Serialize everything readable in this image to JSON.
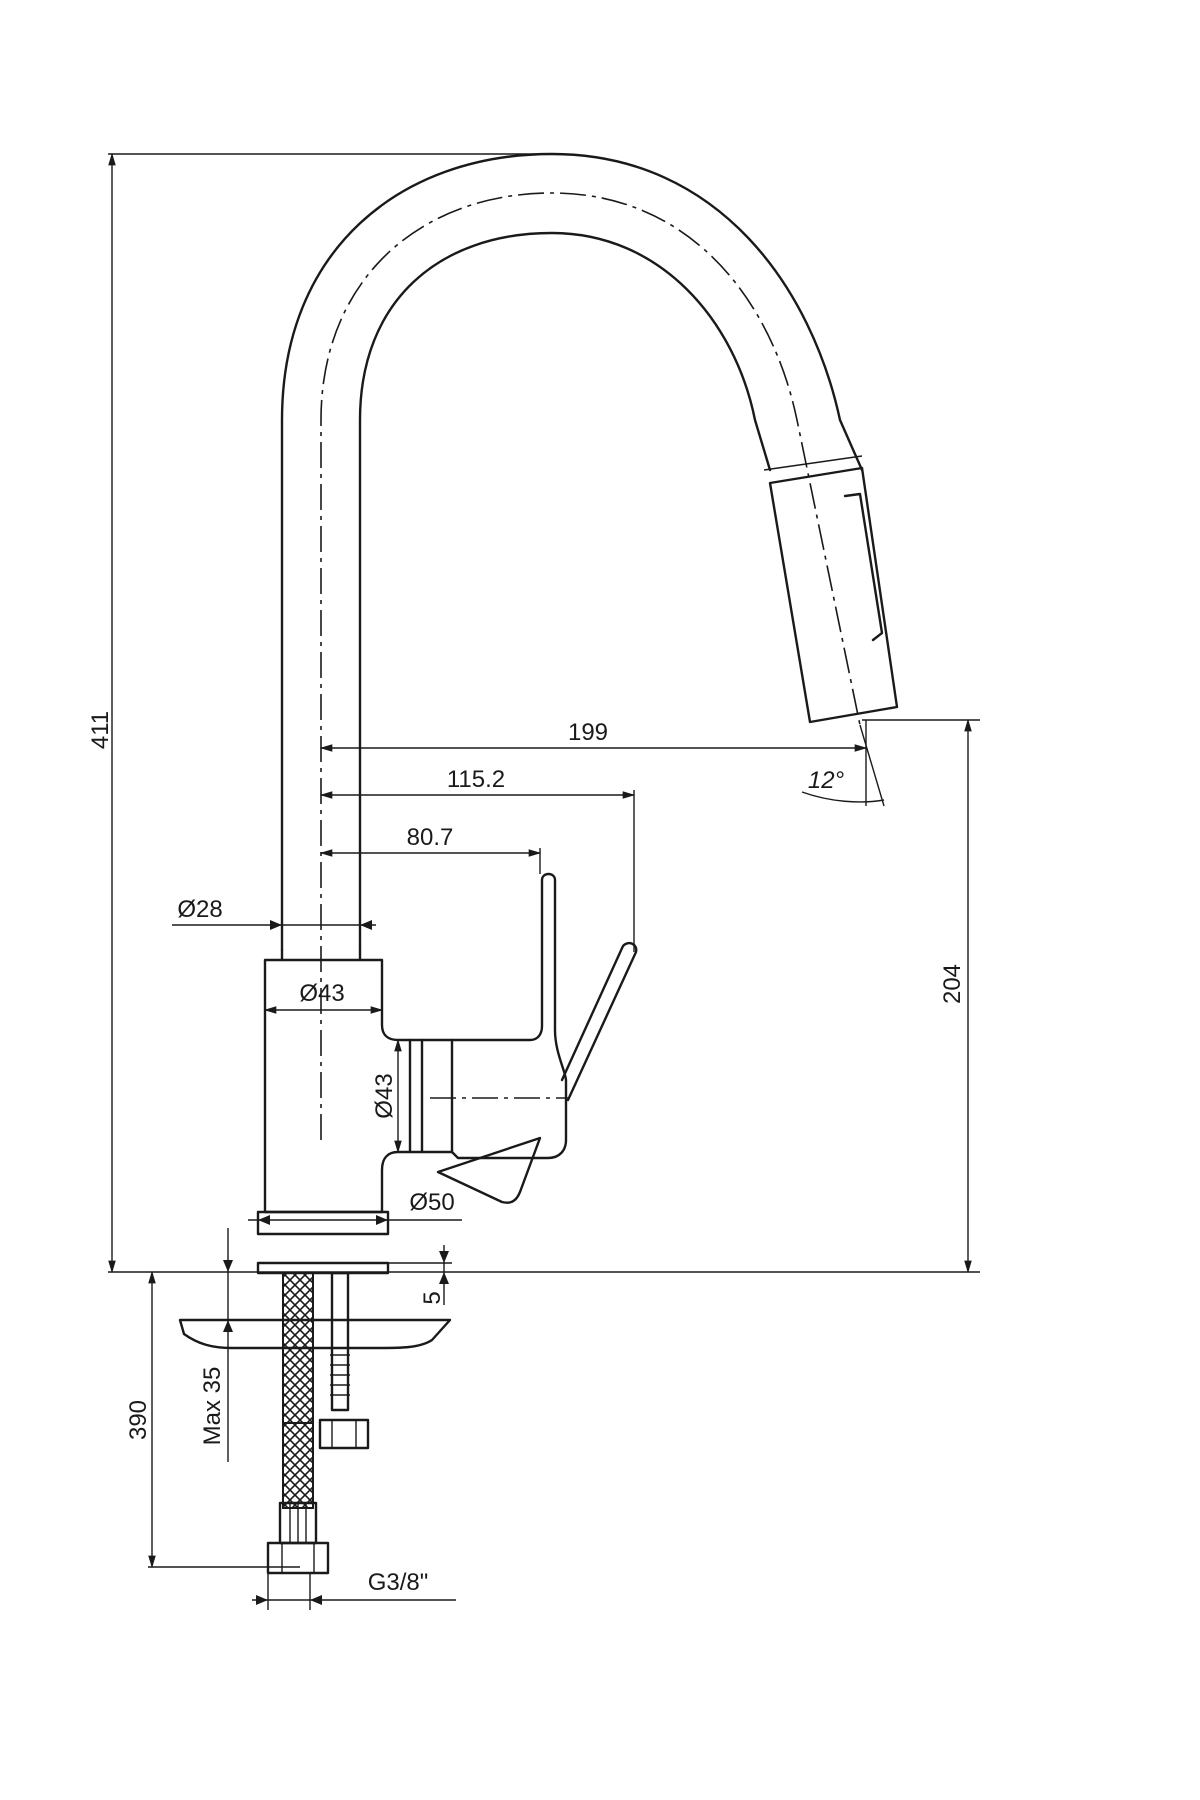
{
  "dimensions": {
    "total_height": "411",
    "spout_reach": "199",
    "handle_reach": "115.2",
    "lever_reach": "80.7",
    "spout_diameter": "Ø28",
    "body_diameter": "Ø43",
    "handle_diameter": "Ø43",
    "base_diameter": "Ø50",
    "spout_height": "204",
    "spout_angle": "12°",
    "base_thickness": "5",
    "max_deck": "Max 35",
    "hose_length": "390",
    "connection": "G3/8\""
  }
}
